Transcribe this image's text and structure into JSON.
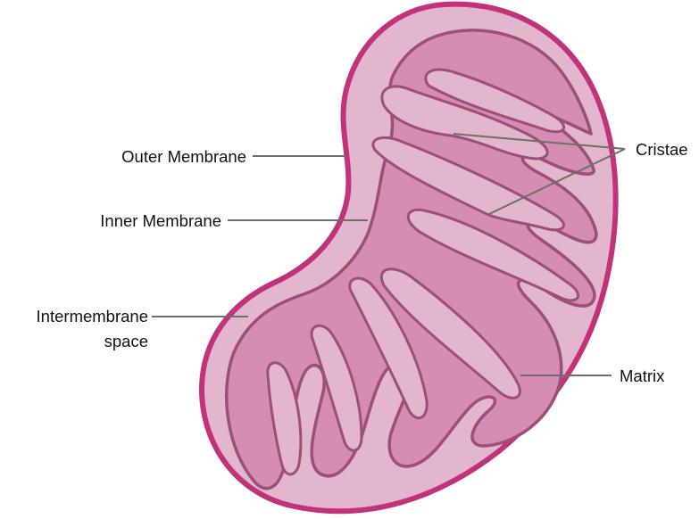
{
  "labels": {
    "outer_membrane": "Outer Membrane",
    "inner_membrane": "Inner Membrane",
    "intermembrane_line1": "Intermembrane",
    "intermembrane_line2": "space",
    "cristae": "Cristae",
    "matrix": "Matrix"
  },
  "colors": {
    "outer_membrane": "#c2327a",
    "intermembrane_space": "#e2b6cd",
    "inner_membrane_stroke": "#9c4f78",
    "matrix": "#d68db3",
    "leader_line": "#6e6e6e",
    "text": "#111111"
  }
}
